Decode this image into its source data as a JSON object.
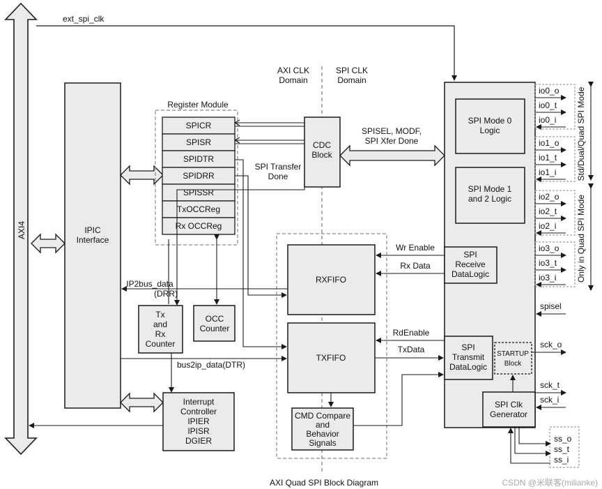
{
  "title": "AXI Quad SPI Block Diagram",
  "watermark": "CSDN @米联客(milianke)",
  "colors": {
    "line": "#1a1a1a",
    "fill": "#ebebeb",
    "dash": "#888888",
    "bg": "#ffffff"
  },
  "labels": {
    "axi4": "AXI4",
    "ext_spi_clk": "ext_spi_clk",
    "axi_clk_1": "AXI CLK",
    "axi_clk_2": "Domain",
    "spi_clk_1": "SPI CLK",
    "spi_clk_2": "Domain",
    "ipic_1": "IPIC",
    "ipic_2": "Interface",
    "reg_module": "Register Module",
    "cdc_1": "CDC",
    "cdc_2": "Block",
    "spisel_sig_1": "SPISEL, MODF,",
    "spisel_sig_2": "SPI Xfer Done",
    "spi_transfer_1": "SPI Transfer",
    "spi_transfer_2": "Done",
    "mode0_1": "SPI Mode 0",
    "mode0_2": "Logic",
    "mode12_1": "SPI Mode 1",
    "mode12_2": "and 2 Logic",
    "rxfifo": "RXFIFO",
    "txfifo": "TXFIFO",
    "wr_enable": "Wr Enable",
    "rx_data": "Rx Data",
    "rd_enable": "RdEnable",
    "tx_data": "TxData",
    "spi_rx_1": "SPI",
    "spi_rx_2": "Receive",
    "spi_rx_3": "DataLogic",
    "spi_tx_1": "SPI",
    "spi_tx_2": "Transmit",
    "spi_tx_3": "DataLogic",
    "startup_1": "STARTUP",
    "startup_2": "Block",
    "spi_clk_gen_1": "SPI Clk",
    "spi_clk_gen_2": "Generator",
    "ip2bus_1": "IP2bus_data",
    "ip2bus_2": "(DRR)",
    "bus2ip": "bus2ip_data(DTR)",
    "txrx_1": "Tx",
    "txrx_2": "and",
    "txrx_3": "Rx",
    "txrx_4": "Counter",
    "occ_1": "OCC",
    "occ_2": "Counter",
    "intc_1": "Interrupt",
    "intc_2": "Controller",
    "intc_3": "IPIER",
    "intc_4": "IPISR",
    "intc_5": "DGIER",
    "cmd_1": "CMD Compare",
    "cmd_2": "and",
    "cmd_3": "Behavior",
    "cmd_4": "Signals",
    "spisel": "spisel",
    "sck_o": "sck_o",
    "sck_t": "sck_t",
    "sck_i": "sck_i",
    "ss_o": "ss_o",
    "ss_t": "ss_t",
    "ss_i": "ss_i",
    "std_mode": "Std/Dual/Quad SPI Mode",
    "quad_mode": "Only in Quad SPI Mode"
  },
  "registers": [
    "SPICR",
    "SPISR",
    "SPIDTR",
    "SPIDRR",
    "SPISSR",
    "TxOCCReg",
    "Rx OCCReg"
  ],
  "io_pins": [
    "io0_o",
    "io0_t",
    "io0_i",
    "io1_o",
    "io1_t",
    "io1_i",
    "io2_o",
    "io2_t",
    "io2_i",
    "io3_o",
    "io3_t",
    "io3_i"
  ]
}
